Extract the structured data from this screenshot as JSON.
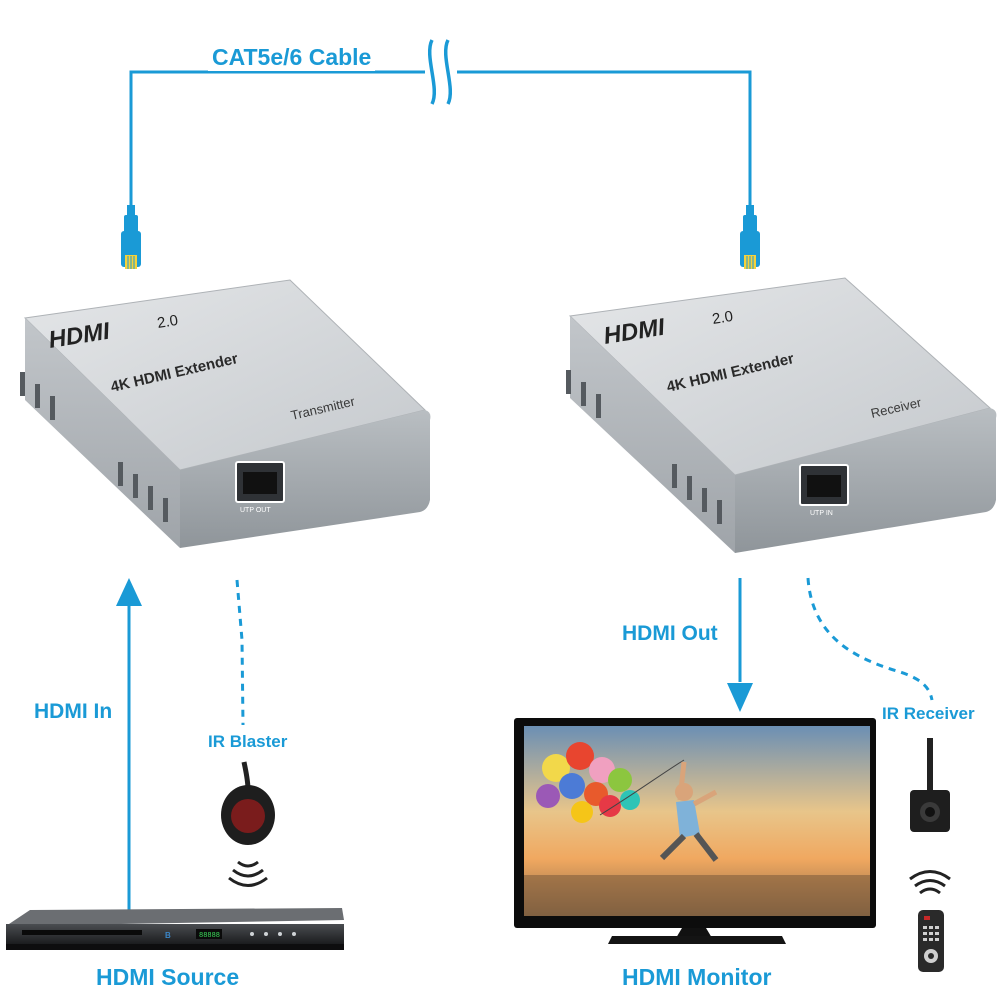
{
  "labels": {
    "cable": "CAT5e/6 Cable",
    "hdmi_in": "HDMI In",
    "ir_blaster": "IR Blaster",
    "hdmi_out": "HDMI Out",
    "ir_receiver": "IR Receiver",
    "hdmi_source": "HDMI Source",
    "hdmi_monitor": "HDMI Monitor"
  },
  "transmitter": {
    "logo": "HDMI",
    "version": "2.0",
    "title": "4K HDMI Extender",
    "role": "Transmitter",
    "port": "UTP OUT"
  },
  "receiver": {
    "logo": "HDMI",
    "version": "2.0",
    "title": "4K HDMI Extender",
    "role": "Receiver",
    "port": "UTP IN"
  },
  "player": {
    "display": "88888"
  },
  "colors": {
    "accent": "#1a9ad6",
    "device_body": "#c9cdd1",
    "device_top": "#dcdfe2",
    "device_front": "#a9aeb3"
  },
  "icons": [
    "rj45-connector-icon",
    "ir-signal-icon",
    "remote-control-icon",
    "blu-ray-player-icon",
    "tv-monitor-icon"
  ]
}
